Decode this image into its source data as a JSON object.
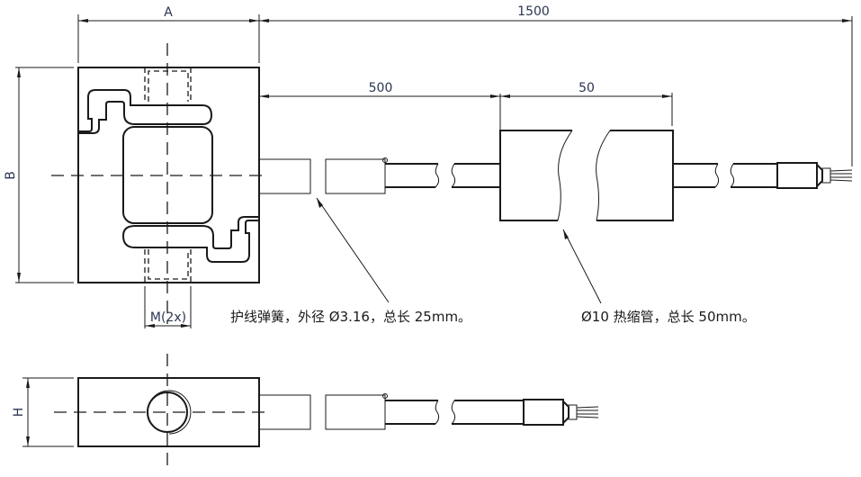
{
  "drawing": {
    "title": "S-type load cell outline drawing",
    "dimensions": {
      "width_label": "A",
      "height_label": "B",
      "thickness_label": "H",
      "thread_label": "M(2x)",
      "cable_total_length": "1500",
      "spring_section_length": "500",
      "heat_shrink_length": "50"
    },
    "notes": {
      "spring": "护线弹簧，外径 Ø3.16，总长 25mm。",
      "heat_shrink": "Ø10 热缩管，总长 50mm。"
    },
    "views": [
      "front-view",
      "top-view"
    ]
  }
}
